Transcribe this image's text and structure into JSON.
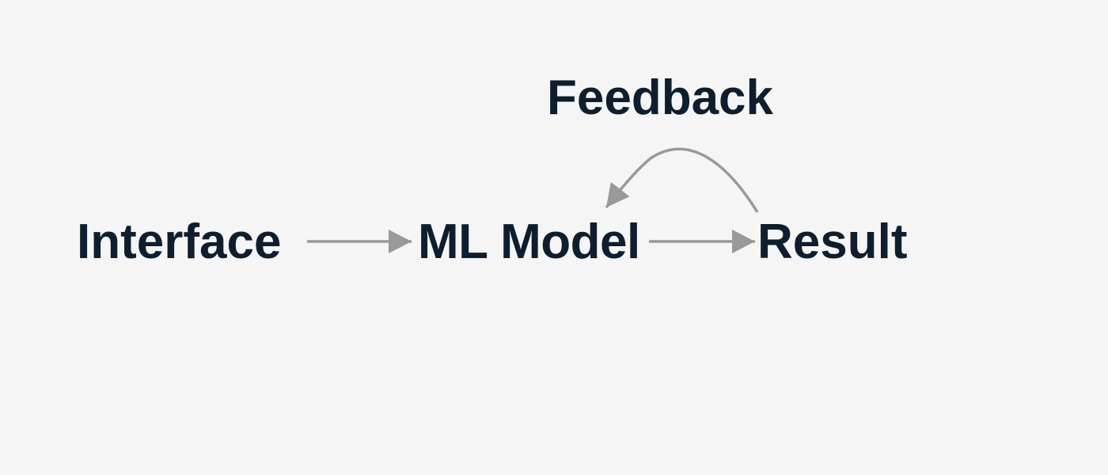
{
  "background_color": "#f5f5f5",
  "text_color": "#0e1e2e",
  "arrow_color": "#999999",
  "nodes": {
    "interface": "Interface",
    "model": "ML Model",
    "result": "Result"
  },
  "feedback_label": "Feedback"
}
